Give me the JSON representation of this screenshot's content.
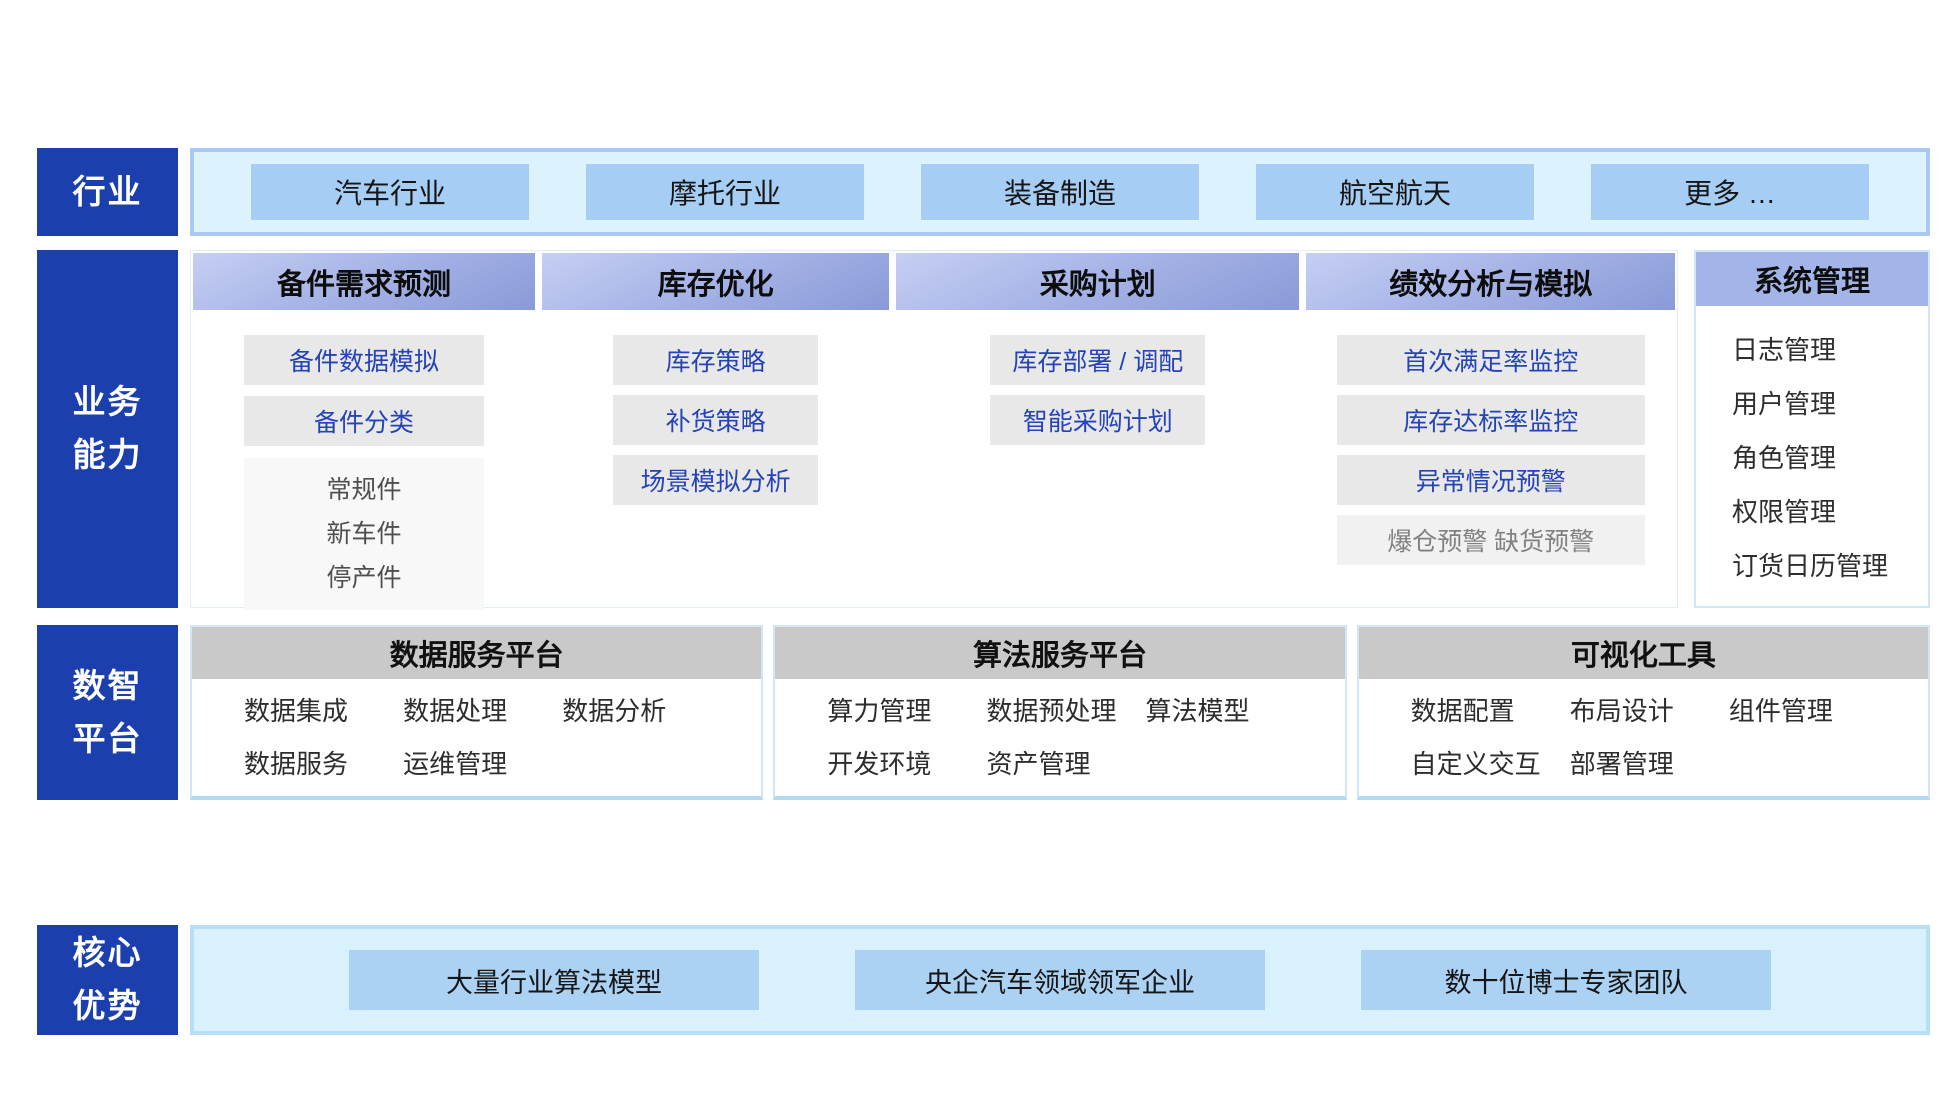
{
  "colors": {
    "accent_blue": "#1c3fae",
    "chip_blue": "#a6cdf3",
    "column_header_gradient_top": "#c6cff4",
    "column_header_gradient_bottom": "#8a9ad7",
    "system_header_blue": "#a3b4e8",
    "item_link_blue": "#2443b8",
    "industry_band_bg": "#dcf3fd",
    "card_header_gray": "#c9c9c9"
  },
  "industry": {
    "label": "行业",
    "chips": [
      "汽车行业",
      "摩托行业",
      "装备制造",
      "航空航天",
      "更多 …"
    ]
  },
  "business": {
    "label_lines": [
      "业务",
      "能力"
    ],
    "columns": [
      {
        "header": "备件需求预测",
        "items": [
          "备件数据模拟",
          "备件分类"
        ],
        "sub_items": [
          "常规件",
          "新车件",
          "停产件"
        ]
      },
      {
        "header": "库存优化",
        "items": [
          "库存策略",
          "补货策略",
          "场景模拟分析"
        ]
      },
      {
        "header": "采购计划",
        "items": [
          "库存部署 / 调配",
          "智能采购计划"
        ]
      },
      {
        "header": "绩效分析与模拟",
        "items": [
          "首次满足率监控",
          "库存达标率监控",
          "异常情况预警"
        ],
        "muted_item": "爆仓预警 缺货预警"
      }
    ],
    "system_panel": {
      "header": "系统管理",
      "items": [
        "日志管理",
        "用户管理",
        "角色管理",
        "权限管理",
        "订货日历管理"
      ]
    }
  },
  "platform": {
    "label_lines": [
      "数智",
      "平台"
    ],
    "cards": [
      {
        "header": "数据服务平台",
        "items": [
          "数据集成",
          "数据处理",
          "数据分析",
          "数据服务",
          "运维管理"
        ]
      },
      {
        "header": "算法服务平台",
        "items": [
          "算力管理",
          "数据预处理",
          "算法模型",
          "开发环境",
          "资产管理"
        ]
      },
      {
        "header": "可视化工具",
        "items": [
          "数据配置",
          "布局设计",
          "组件管理",
          "自定义交互",
          "部署管理"
        ]
      }
    ]
  },
  "advantages": {
    "label_lines": [
      "核心",
      "优势"
    ],
    "chips": [
      "大量行业算法模型",
      "央企汽车领域领军企业",
      "数十位博士专家团队"
    ]
  }
}
